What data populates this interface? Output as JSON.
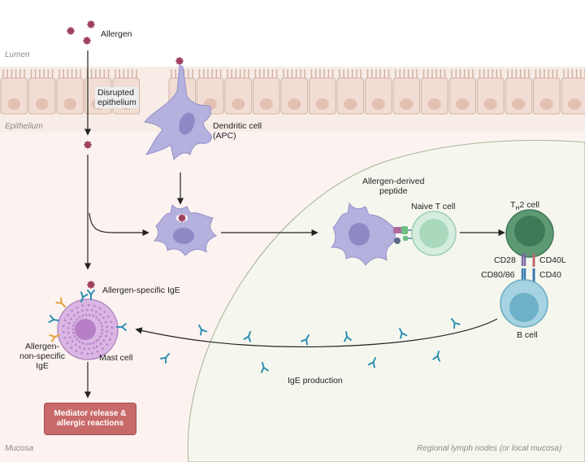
{
  "zones": {
    "lumen": "Lumen",
    "epithelium": "Epithelium",
    "mucosa": "Mucosa",
    "lymph": "Regional lymph nodes (or local mucosa)"
  },
  "labels": {
    "allergen": "Allergen",
    "disrupted_1": "Disrupted",
    "disrupted_2": "epithelium",
    "dendritic_1": "Dendritic cell",
    "dendritic_2": "(APC)",
    "peptide_1": "Allergen-derived",
    "peptide_2": "peptide",
    "naive_t": "Naive T cell",
    "th2_main": "T",
    "th2_sub": "H",
    "th2_end": "2 cell",
    "cd28": "CD28",
    "cd40l": "CD40L",
    "cd80": "CD80/86",
    "cd40": "CD40",
    "b_cell": "B cell",
    "allergen_ige": "Allergen-specific IgE",
    "nonspec_1": "Allergen-",
    "nonspec_2": "non-specific",
    "nonspec_3": "IgE",
    "mast_cell": "Mast cell",
    "ige_production": "IgE production",
    "mediator_1": "Mediator release &",
    "mediator_2": "allergic reactions"
  },
  "colors": {
    "lumen_bg": "#ffffff",
    "epithelium_bg": "#f7ece6",
    "mucosa_bg": "#fcf3f1",
    "lymph_bg": "#f5f7ee",
    "cell_fill": "#ecd6cd",
    "nucleus": "#e6c6b8",
    "dendritic": "#b4b1de",
    "allergen": "#a04060",
    "t_naive": "#bfe2cf",
    "th2": "#4a8a64",
    "b_cell": "#8ec5d5",
    "mast": "#d7b0e2",
    "antibody": "#2e8fb4",
    "mediator_box": "#c96a6a"
  }
}
